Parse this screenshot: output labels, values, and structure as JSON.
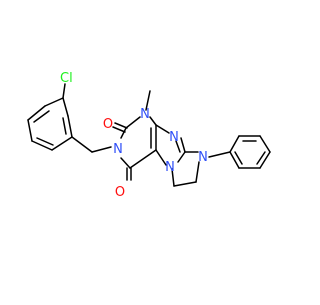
{
  "colors": {
    "bond": "#000000",
    "carbon_label": "#000000",
    "nitrogen": "#3050F8",
    "oxygen": "#FF0D0D",
    "chlorine": "#1FF01F",
    "background": "#FFFFFF"
  },
  "atoms": {
    "cl": "Cl",
    "o_top": "O",
    "o_bottom": "O",
    "n1": "N",
    "n3": "N",
    "n7": "N",
    "n9": "N",
    "n8": "N"
  }
}
